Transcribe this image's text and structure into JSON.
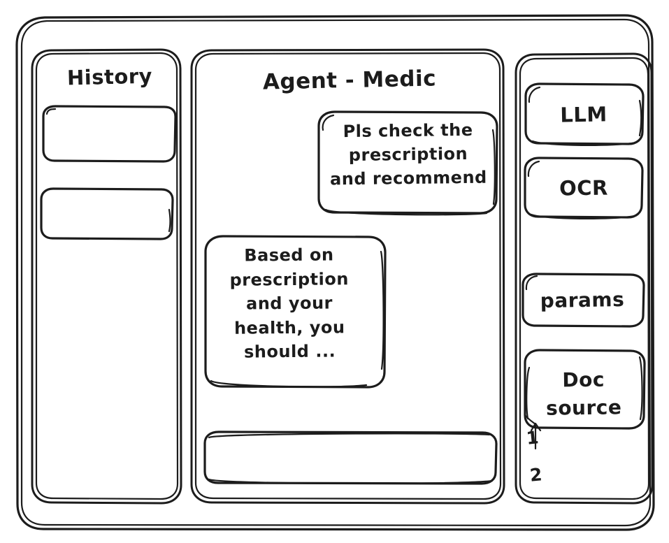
{
  "app": {
    "style": "hand-drawn-wireframe",
    "stroke_color": "#1c1c1c",
    "background_color": "#ffffff"
  },
  "sidebar_left": {
    "title": "History",
    "items": [
      {
        "label": "",
        "name": "history-item-1"
      },
      {
        "label": "",
        "name": "history-item-2"
      }
    ]
  },
  "main": {
    "title": "Agent - Medic",
    "messages": [
      {
        "role": "user",
        "align": "right",
        "text": "Pls check the\nprescription\nand recommend"
      },
      {
        "role": "agent",
        "align": "left",
        "text": "Based on\nprescription\nand your\nhealth, you\nshould ..."
      }
    ],
    "composer": {
      "value": "",
      "placeholder": ""
    }
  },
  "sidebar_right": {
    "tools": [
      {
        "label": "LLM"
      },
      {
        "label": "OCR"
      }
    ],
    "params_button": {
      "label": "params"
    },
    "doc_source": {
      "label": "Doc\nsource"
    },
    "annotations": [
      {
        "label": "1"
      },
      {
        "label": "2"
      }
    ]
  }
}
